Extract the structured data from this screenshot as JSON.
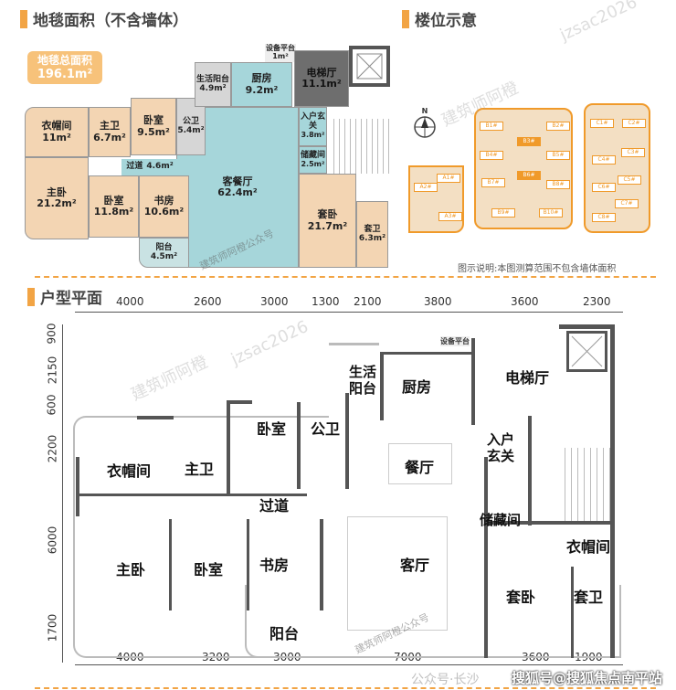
{
  "carpet_section": {
    "title": "地毯面积（不含墙体）",
    "total_label": "地毯总面积",
    "total_value": "196.1m²",
    "rooms": [
      {
        "name": "衣帽间",
        "area": "11m²"
      },
      {
        "name": "主卫",
        "area": "6.7m²"
      },
      {
        "name": "卧室",
        "area": "9.5m²"
      },
      {
        "name": "公卫",
        "area": "5.4m²"
      },
      {
        "name": "生活阳台",
        "area": "4.9m²"
      },
      {
        "name": "厨房",
        "area": "9.2m²"
      },
      {
        "name": "设备平台",
        "area": "1m²"
      },
      {
        "name": "电梯厅",
        "area": "11.1m²"
      },
      {
        "name": "入户玄关",
        "area": "3.8m²"
      },
      {
        "name": "储藏间",
        "area": "2.5m²"
      },
      {
        "name": "过道",
        "area": "4.6m²"
      },
      {
        "name": "客餐厅",
        "area": "62.4m²"
      },
      {
        "name": "主卧",
        "area": "21.2m²"
      },
      {
        "name": "卧室",
        "area": "11.8m²"
      },
      {
        "name": "书房",
        "area": "10.6m²"
      },
      {
        "name": "阳台",
        "area": "4.5m²"
      },
      {
        "name": "套卧",
        "area": "21.7m²"
      },
      {
        "name": "套卫",
        "area": "6.3m²"
      }
    ]
  },
  "location_section": {
    "title": "楼位示意",
    "north": "N",
    "note": "图示说明:本图测算范围不包含墙体面积",
    "buildings": [
      "A1#",
      "A2#",
      "A3#",
      "B1#",
      "B2#",
      "B3#",
      "B4#",
      "B5#",
      "B6#",
      "B7#",
      "B8#",
      "B9#",
      "B10#",
      "C1#",
      "C2#",
      "C3#",
      "C4#",
      "C5#",
      "C6#",
      "C7#",
      "C8#"
    ],
    "highlight_color": "#f09a2a"
  },
  "plan_section": {
    "title": "户型平面",
    "top_dims": [
      "4000",
      "2600",
      "3000",
      "1300",
      "2100",
      "3800",
      "3600",
      "2300"
    ],
    "bottom_dims": [
      "4000",
      "3200",
      "3000",
      "7000",
      "3600",
      "1900"
    ],
    "left_dims": [
      "900",
      "2150",
      "600",
      "2200",
      "6000",
      "1700"
    ],
    "rooms": [
      "生活阳台",
      "厨房",
      "电梯厅",
      "卧室",
      "公卫",
      "衣帽间",
      "主卫",
      "餐厅",
      "入户玄关",
      "过道",
      "储藏间",
      "书房",
      "客厅",
      "主卧",
      "卧室",
      "衣帽间",
      "套卧",
      "套卫",
      "阳台",
      "设备平台"
    ]
  },
  "watermarks": {
    "name": "建筑师阿橙",
    "id": "jzsac2026",
    "public": "建筑师阿橙公众号",
    "wechat": "公众号·长沙",
    "source": "搜狐号@搜狐焦点南平站"
  }
}
